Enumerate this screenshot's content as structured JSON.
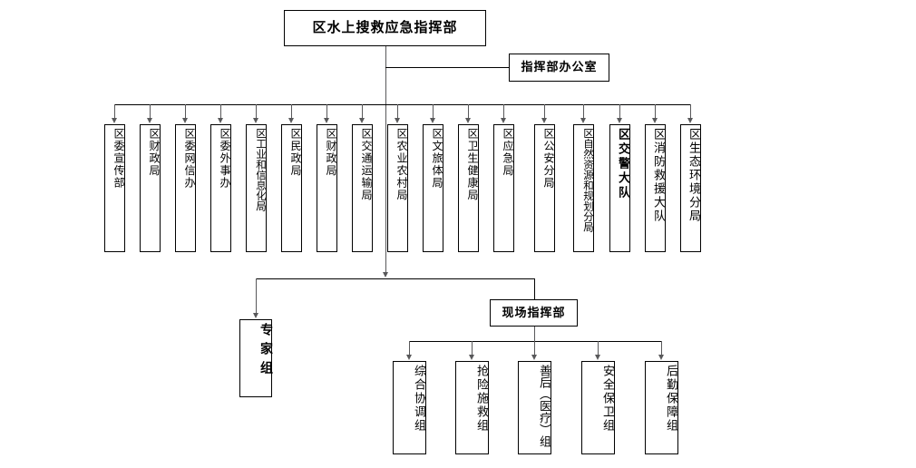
{
  "diagram": {
    "title_box": {
      "label": "区水上搜救应急指挥部"
    },
    "office_box": {
      "label": "指挥部办公室"
    },
    "member_units": [
      {
        "label": "区委宣传部"
      },
      {
        "label": "区财政局"
      },
      {
        "label": "区委网信办"
      },
      {
        "label": "区委外事办"
      },
      {
        "label": "区工业和信息化局"
      },
      {
        "label": "区民政局"
      },
      {
        "label": "区财政局"
      },
      {
        "label": "区交通运输局"
      },
      {
        "label": "区农业农村局"
      },
      {
        "label": "区文旅体局"
      },
      {
        "label": "区卫生健康局"
      },
      {
        "label": "区应急局"
      },
      {
        "label": "区公安分局"
      },
      {
        "label": "区自然资源和规划分局"
      },
      {
        "label": "区交警大队"
      },
      {
        "label": "区消防救援大队"
      },
      {
        "label": "区生态环境分局"
      }
    ],
    "expert_box": {
      "label": "专家组"
    },
    "site_command_box": {
      "label": "现场指挥部"
    },
    "work_groups": [
      {
        "label": "综合协调组"
      },
      {
        "label": "抢险施救组"
      },
      {
        "label": "善后（医疗）组"
      },
      {
        "label": "安全保卫组"
      },
      {
        "label": "后勤保障组"
      }
    ],
    "colors": {
      "line": "#58585a",
      "border": "#000000",
      "background": "#ffffff"
    }
  }
}
